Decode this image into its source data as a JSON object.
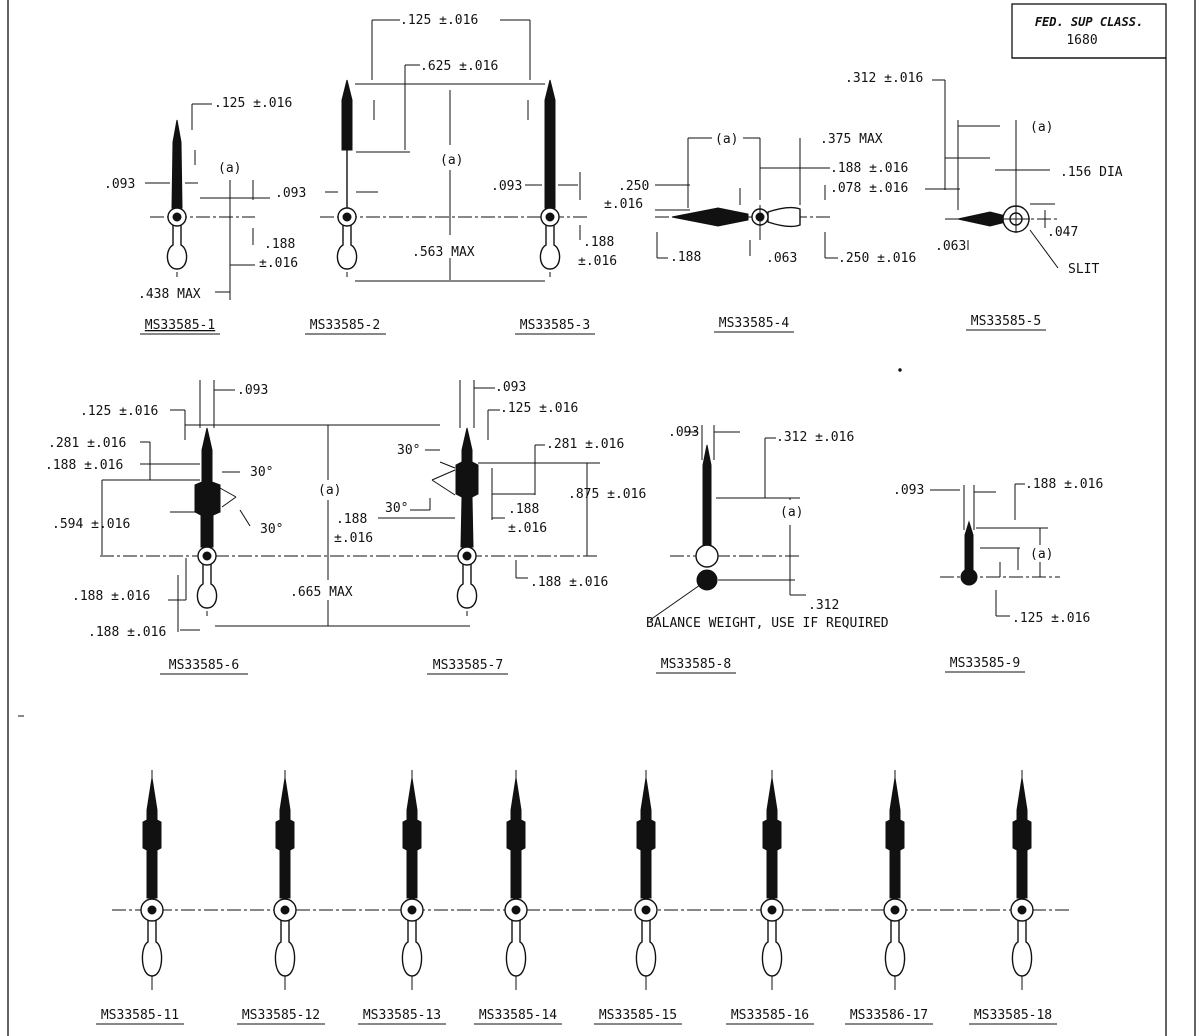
{
  "sheet": {
    "fsc_line1": "FED. SUP CLASS.",
    "fsc_line2": "1680"
  },
  "figures": [
    {
      "label": "MS33585-1",
      "dims": [
        ".125 ±.016",
        ".093",
        "(a)",
        ".188",
        "±.016",
        ".438 MAX"
      ]
    },
    {
      "label": "MS33585-2",
      "dims": [
        ".125 ±.016",
        ".625 ±.016",
        ".093",
        "(a)",
        ".563 MAX"
      ]
    },
    {
      "label": "MS33585-3",
      "dims": [
        ".093",
        ".188",
        "±.016"
      ]
    },
    {
      "label": "MS33585-4",
      "dims": [
        "(a)",
        ".375 MAX",
        ".188 ±.016",
        ".078 ±.016",
        ".250",
        "±.016",
        ".188",
        ".063",
        ".250 ±.016"
      ]
    },
    {
      "label": "MS33585-5",
      "dims": [
        ".312 ±.016",
        "(a)",
        ".156 DIA",
        ".063",
        ".047",
        "SLIT"
      ]
    },
    {
      "label": "MS33585-6",
      "dims": [
        ".093",
        ".125 ±.016",
        ".281 ±.016",
        ".188 ±.016",
        "30°",
        ".594 ±.016",
        "30°",
        ".188 ±.016",
        ".188 ±.016",
        "(a)",
        ".665 MAX"
      ]
    },
    {
      "label": "MS33585-7",
      "dims": [
        ".093",
        ".125 ±.016",
        "30°",
        ".281 ±.016",
        ".875 ±.016",
        "30°",
        ".188",
        "±.016",
        ".188",
        "±.016",
        ".188 ±.016"
      ]
    },
    {
      "label": "MS33585-8",
      "dims": [
        ".093",
        ".312 ±.016",
        "(a)",
        ".312",
        "BALANCE WEIGHT, USE IF REQUIRED"
      ]
    },
    {
      "label": "MS33585-9",
      "dims": [
        ".093",
        ".188 ±.016",
        "(a)",
        ".125 ±.016"
      ]
    }
  ],
  "bottom_row": [
    {
      "label": "MS33585-11"
    },
    {
      "label": "MS33585-12"
    },
    {
      "label": "MS33585-13"
    },
    {
      "label": "MS33585-14"
    },
    {
      "label": "MS33585-15"
    },
    {
      "label": "MS33585-16"
    },
    {
      "label": "MS33586-17"
    },
    {
      "label": "MS33585-18"
    }
  ]
}
